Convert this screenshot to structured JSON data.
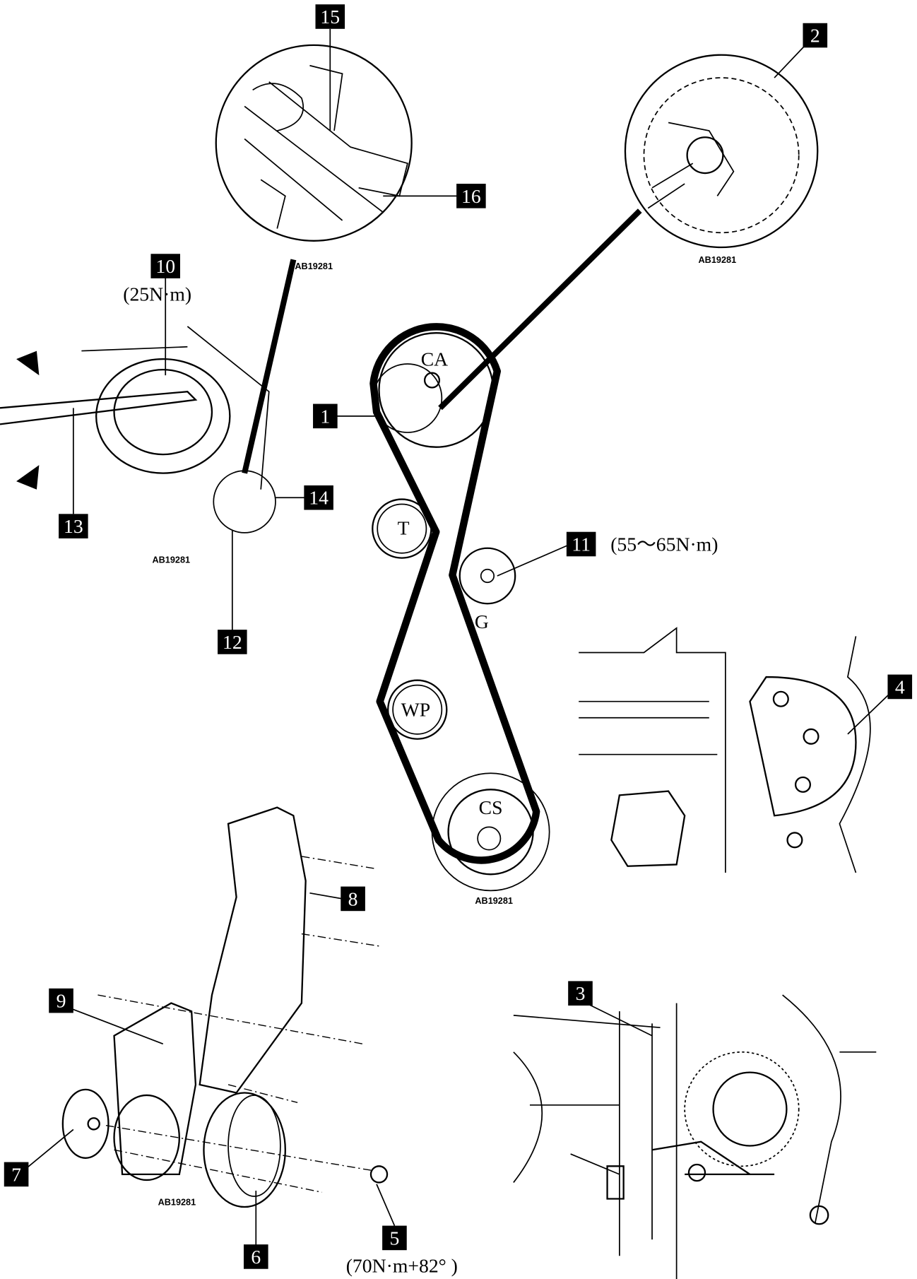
{
  "callouts": {
    "c1": "1",
    "c2": "2",
    "c3": "3",
    "c4": "4",
    "c5": "5",
    "c6": "6",
    "c7": "7",
    "c8": "8",
    "c9": "9",
    "c10": "10",
    "c11": "11",
    "c12": "12",
    "c13": "13",
    "c14": "14",
    "c15": "15",
    "c16": "16"
  },
  "torques": {
    "t10": "(25N·m)",
    "t11": "(55～65N·m)",
    "t5": "(70N·m+82° )"
  },
  "pulleys": {
    "camshaft": "CA",
    "tensioner": "T",
    "idler": "G",
    "water_pump": "WP",
    "crankshaft": "CS"
  },
  "figure_code": "AB19281"
}
